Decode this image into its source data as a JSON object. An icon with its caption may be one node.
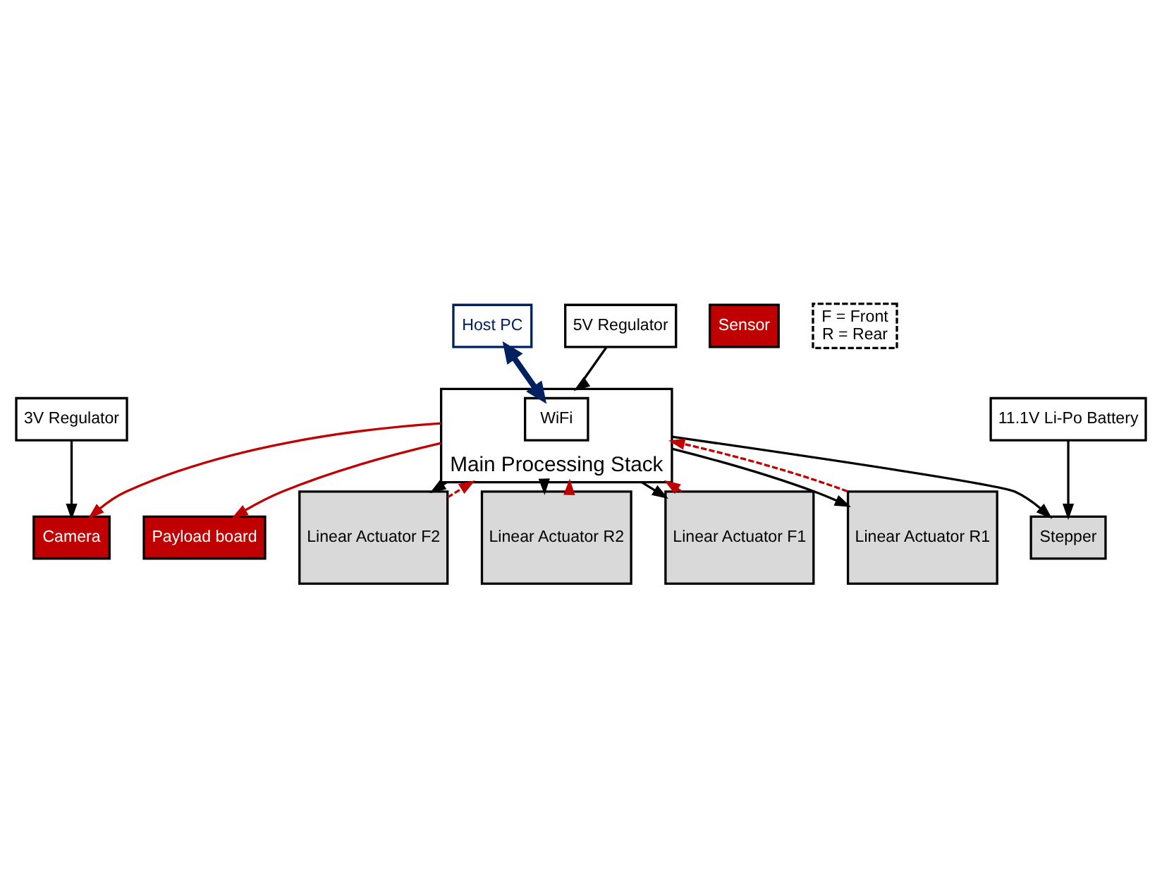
{
  "diagram": {
    "nodes": [
      {
        "text": [
          "Host PC"
        ]
      },
      {
        "text": [
          "Main Processing Stack"
        ]
      },
      {
        "text": [
          "WiFi"
        ],
        "in": 1
      },
      {
        "text": [
          "Sensor"
        ]
      },
      {
        "text": [
          "Payload board"
        ]
      },
      {
        "text": [
          "Camera"
        ]
      },
      {
        "text": [
          "Linear Actuator F2"
        ]
      },
      {
        "text": [
          "Linear Actuator R2"
        ]
      },
      {
        "text": [
          "Linear Actuator F1"
        ]
      },
      {
        "text": [
          "Linear Actuator R1"
        ]
      },
      {
        "text": [
          "Stepper"
        ]
      },
      {
        "text": [
          "3V Regulator"
        ]
      },
      {
        "text": [
          "5V Regulator"
        ]
      },
      {
        "text": [
          "11.1V Li-Po Battery"
        ]
      },
      {
        "text": [
          "F = Front",
          "R = Rear"
        ]
      }
    ],
    "edges": [
      {
        "from": 0,
        "to": 2,
        "arrow": "both",
        "style": "thick",
        "color": "#002060"
      },
      {
        "from": 1,
        "to": 4,
        "arrow": "to",
        "color": "#c00000"
      },
      {
        "from": 1,
        "to": 5,
        "arrow": "to",
        "color": "#c00000"
      },
      {
        "from": 1,
        "to": 6,
        "arrow": "to"
      },
      {
        "from": 1,
        "to": 7,
        "arrow": "to"
      },
      {
        "from": 1,
        "to": 8,
        "arrow": "to"
      },
      {
        "from": 1,
        "to": 9,
        "arrow": "to"
      },
      {
        "from": 1,
        "to": 10,
        "arrow": "to"
      },
      {
        "from": 6,
        "to": 1,
        "arrow": "to",
        "style": "dashed",
        "color": "#c00000"
      },
      {
        "from": 7,
        "to": 1,
        "arrow": "to",
        "style": "dashed",
        "color": "#c00000"
      },
      {
        "from": 8,
        "to": 1,
        "arrow": "to",
        "style": "dashed",
        "color": "#c00000"
      },
      {
        "from": 9,
        "to": 1,
        "arrow": "to",
        "style": "dashed",
        "color": "#c00000"
      },
      {
        "from": 12,
        "to": 1,
        "arrow": "to"
      },
      {
        "from": 11,
        "to": 5,
        "arrow": "to"
      },
      {
        "from": 13,
        "to": 10,
        "arrow": "to"
      }
    ]
  }
}
